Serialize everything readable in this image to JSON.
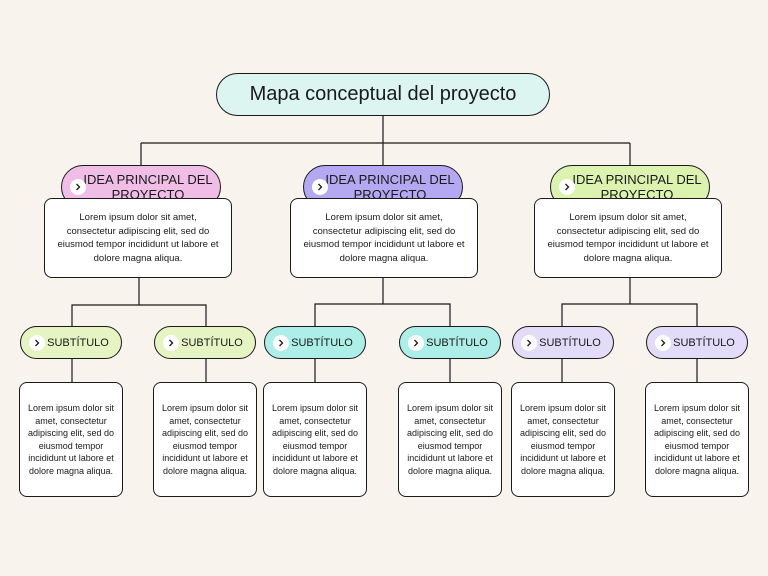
{
  "title": "Mapa conceptual del proyecto",
  "colors": {
    "pink": "#f0bde6",
    "purple": "#b4a8f2",
    "green": "#dcf3b0",
    "lime": "#e6f3c2",
    "teal": "#aeeee8",
    "lavender": "#e3dcf9",
    "title_bg": "#dcf5f1"
  },
  "main_ideas": [
    {
      "label": "IDEA PRINCIPAL DEL PROYECTO",
      "color": "#f0bde6",
      "text": "Lorem ipsum dolor sit amet, consectetur adipiscing elit, sed do eiusmod tempor incididunt ut labore et dolore magna aliqua."
    },
    {
      "label": "IDEA PRINCIPAL DEL PROYECTO",
      "color": "#b4a8f2",
      "text": "Lorem ipsum dolor sit amet, consectetur adipiscing elit, sed do eiusmod tempor incididunt ut labore et dolore magna aliqua."
    },
    {
      "label": "IDEA PRINCIPAL DEL PROYECTO",
      "color": "#dcf3b0",
      "text": "Lorem ipsum dolor sit amet, consectetur adipiscing elit, sed do eiusmod tempor incididunt ut labore et dolore magna aliqua."
    }
  ],
  "subtopics": [
    {
      "label": "SUBTÍTULO",
      "color": "#e6f3c2",
      "text": "Lorem ipsum dolor sit amet, consectetur adipiscing elit, sed do eiusmod tempor incididunt ut labore et dolore magna aliqua."
    },
    {
      "label": "SUBTÍTULO",
      "color": "#e6f3c2",
      "text": "Lorem ipsum dolor sit amet, consectetur adipiscing elit, sed do eiusmod tempor incididunt ut labore et dolore magna aliqua."
    },
    {
      "label": "SUBTÍTULO",
      "color": "#aeeee8",
      "text": "Lorem ipsum dolor sit amet, consectetur adipiscing elit, sed do eiusmod tempor incididunt ut labore et dolore magna aliqua."
    },
    {
      "label": "SUBTÍTULO",
      "color": "#aeeee8",
      "text": "Lorem ipsum dolor sit amet, consectetur adipiscing elit, sed do eiusmod tempor incididunt ut labore et dolore magna aliqua."
    },
    {
      "label": "SUBTÍTULO",
      "color": "#e3dcf9",
      "text": "Lorem ipsum dolor sit amet, consectetur adipiscing elit, sed do eiusmod tempor incididunt ut labore et dolore magna aliqua."
    },
    {
      "label": "SUBTÍTULO",
      "color": "#e3dcf9",
      "text": "Lorem ipsum dolor sit amet, consectetur adipiscing elit, sed do eiusmod tempor incididunt ut labore et dolore magna aliqua."
    }
  ]
}
